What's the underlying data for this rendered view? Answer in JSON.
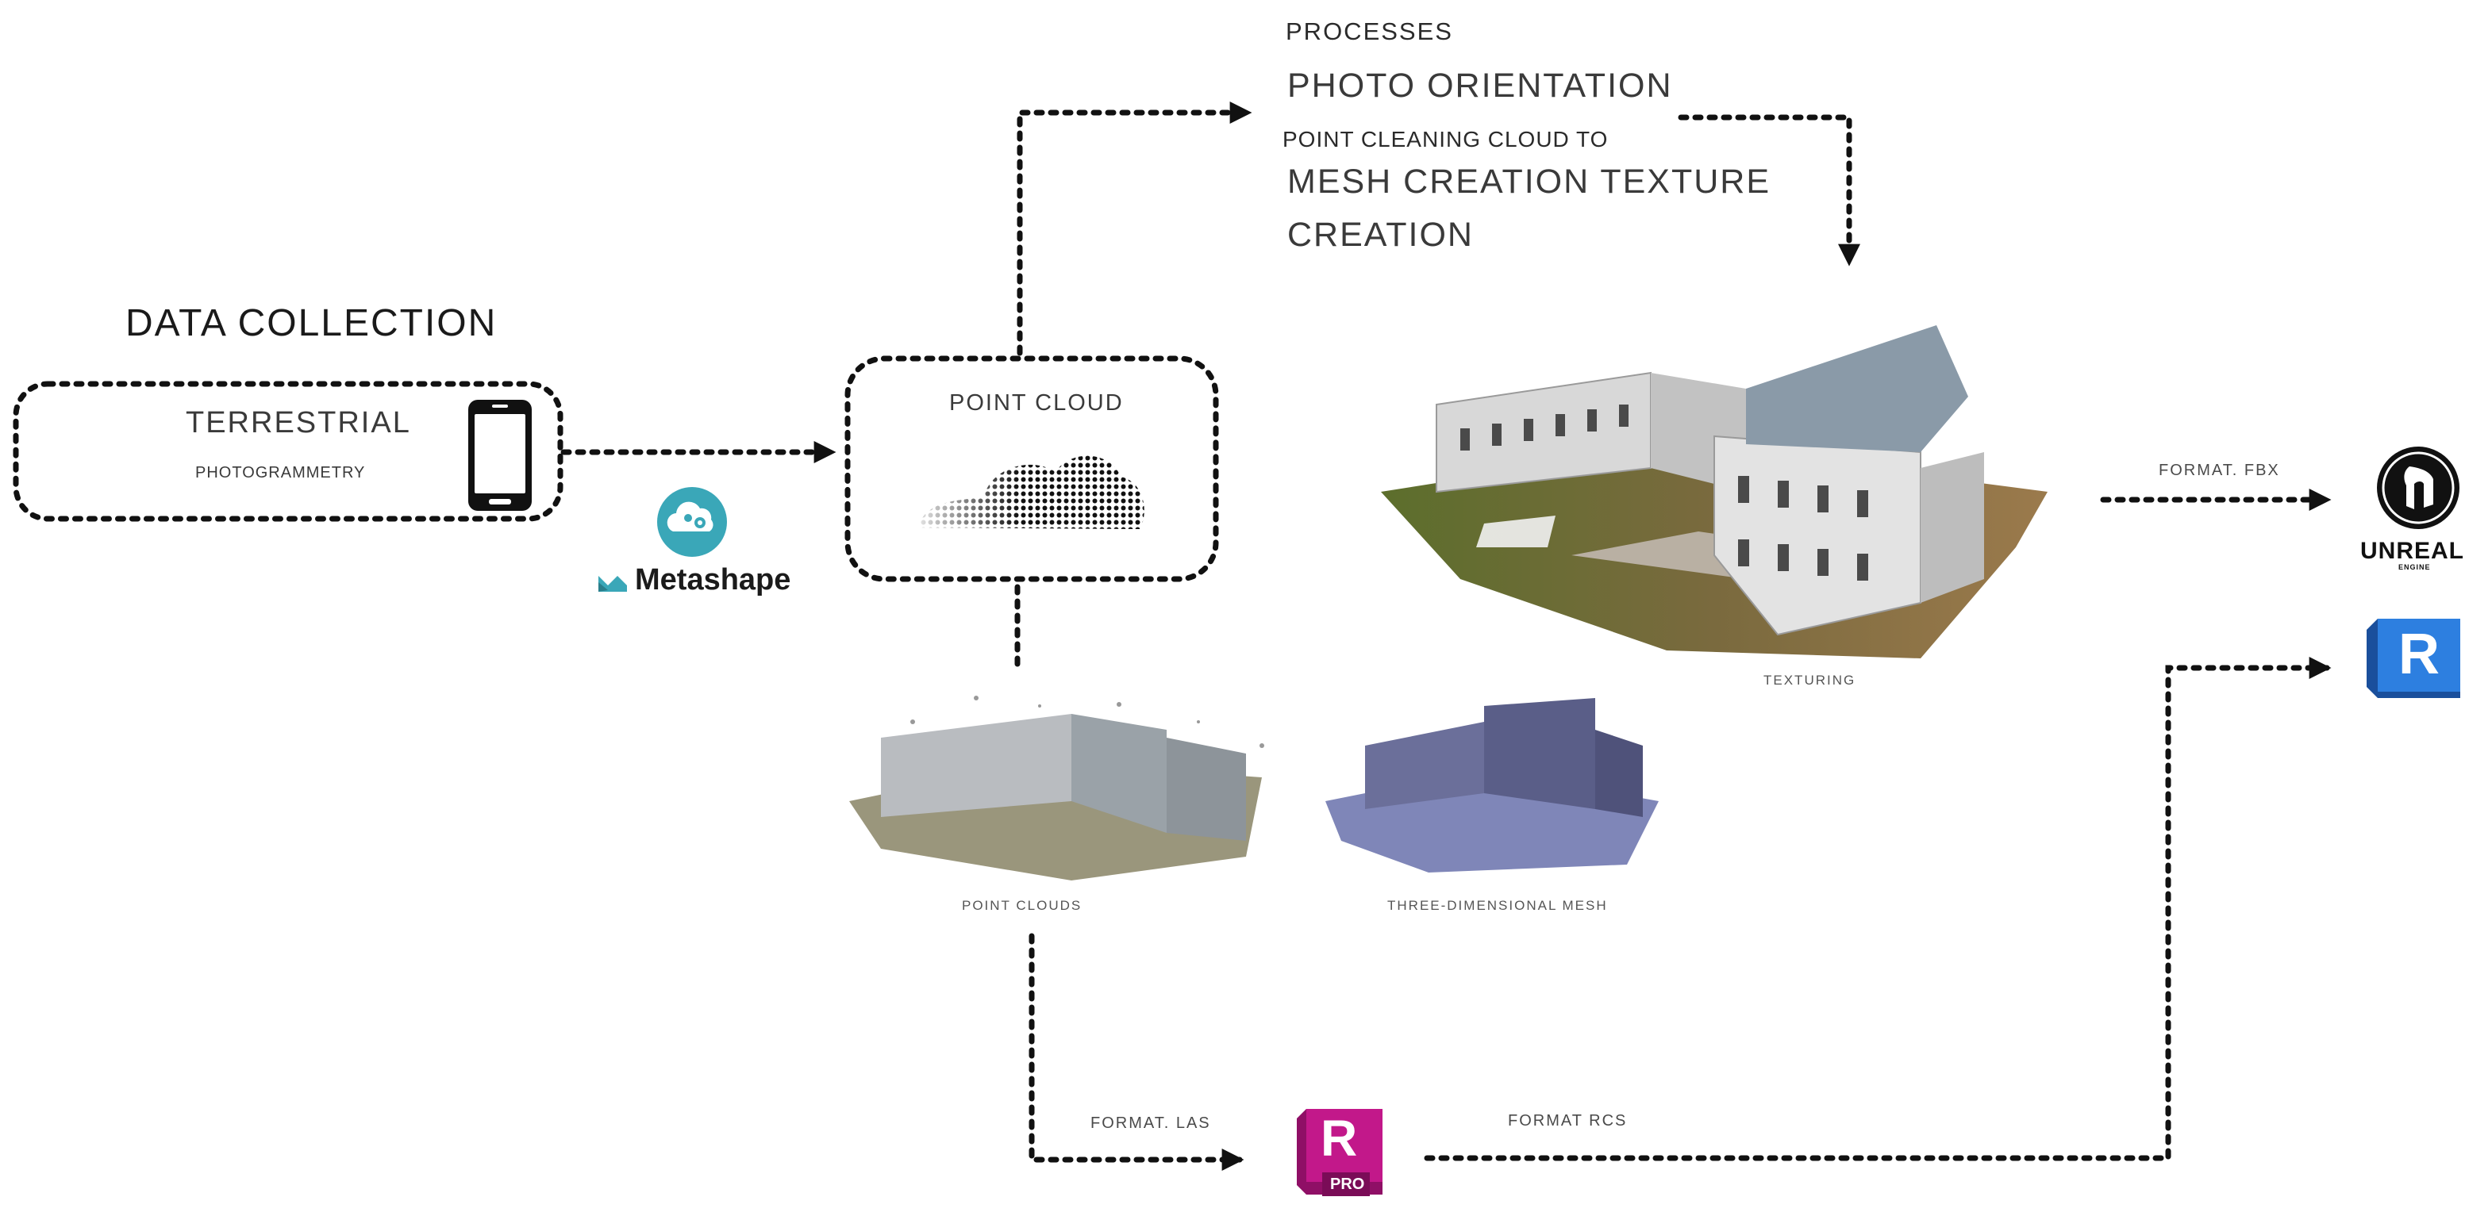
{
  "data_collection": {
    "title": "DATA COLLECTION",
    "method": "TERRESTRIAL",
    "method_sub": "PHOTOGRAMMETRY",
    "device_icon": "smartphone-icon"
  },
  "software": {
    "name": "Metashape",
    "icon": "cloud-gear-icon",
    "color": "#3aa7b8"
  },
  "point_cloud": {
    "label": "POINT CLOUD",
    "icon": "dotted-cloud-icon"
  },
  "processes": {
    "heading": "PROCESSES",
    "step1": "PHOTO ORIENTATION",
    "step2": "POINT CLEANING CLOUD TO",
    "step3": "MESH CREATION TEXTURE",
    "step4": "CREATION"
  },
  "outputs": {
    "texturing_label": "TEXTURING",
    "point_clouds_label": "POINT CLOUDS",
    "mesh_label": "THREE-DIMENSIONAL MESH"
  },
  "formats": {
    "fbx": "FORMAT. FBX",
    "las": "FORMAT. LAS",
    "rcs": "FORMAT RCS"
  },
  "targets": {
    "unreal_line1": "UNREAL",
    "unreal_line2": "ENGINE",
    "revit_letter": "R",
    "recap_letter": "R",
    "recap_badge": "PRO",
    "revit_color": "#1f6fd1",
    "recap_color": "#c2188a"
  }
}
